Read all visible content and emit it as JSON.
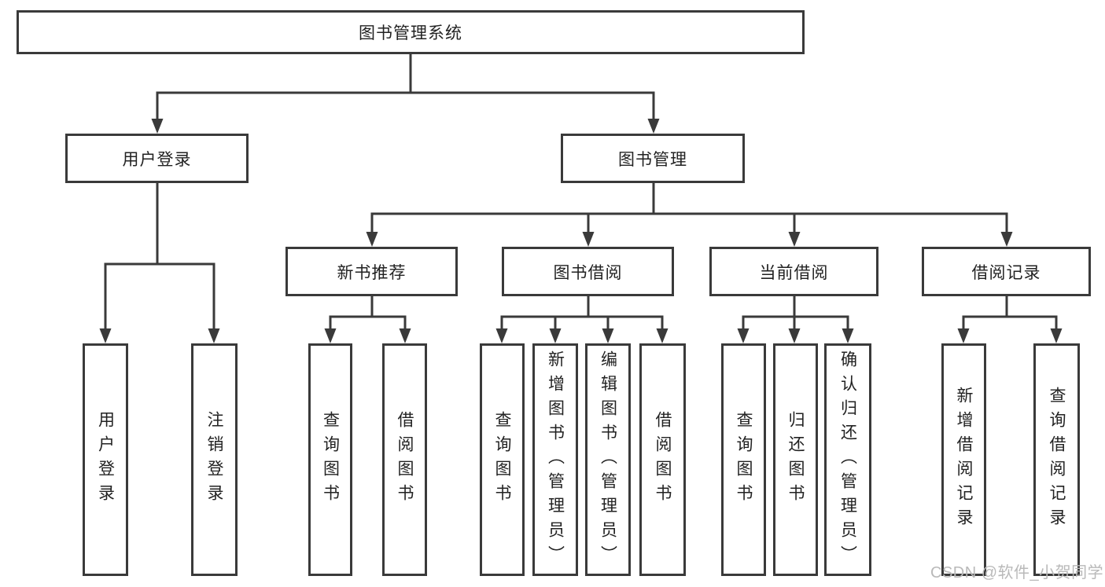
{
  "diagram": {
    "root": {
      "label": "图书管理系统"
    },
    "level2": {
      "user_login": {
        "label": "用户登录"
      },
      "book_management": {
        "label": "图书管理"
      }
    },
    "level3": {
      "new_book_recommend": {
        "label": "新书推荐"
      },
      "book_borrowing": {
        "label": "图书借阅"
      },
      "current_borrowing": {
        "label": "当前借阅"
      },
      "borrowing_records": {
        "label": "借阅记录"
      }
    },
    "leaves": {
      "user_login_leaf": {
        "label": "用户登录"
      },
      "logout": {
        "label": "注销登录"
      },
      "nb_query_books": {
        "label": "查询图书"
      },
      "nb_borrow_books": {
        "label": "借阅图书"
      },
      "bb_query_books": {
        "label": "查询图书"
      },
      "bb_add_books": {
        "label": "新增图书（管理员）"
      },
      "bb_edit_books": {
        "label": "编辑图书（管理员）"
      },
      "bb_borrow_books": {
        "label": "借阅图书"
      },
      "cb_query_books": {
        "label": "查询图书"
      },
      "cb_return_books": {
        "label": "归还图书"
      },
      "cb_confirm_return": {
        "label": "确认归还（管理员）"
      },
      "br_add_record": {
        "label": "新增借阅记录"
      },
      "br_query_record": {
        "label": "查询借阅记录"
      }
    },
    "hierarchy": {
      "图书管理系统": {
        "用户登录": [
          "用户登录",
          "注销登录"
        ],
        "图书管理": {
          "新书推荐": [
            "查询图书",
            "借阅图书"
          ],
          "图书借阅": [
            "查询图书",
            "新增图书（管理员）",
            "编辑图书（管理员）",
            "借阅图书"
          ],
          "当前借阅": [
            "查询图书",
            "归还图书",
            "确认归还（管理员）"
          ],
          "借阅记录": [
            "新增借阅记录",
            "查询借阅记录"
          ]
        }
      }
    }
  },
  "watermark": {
    "text": "CSDN @软件_小贺同学"
  },
  "colors": {
    "line": "#3a3a3a",
    "box_border": "#3a3a3a",
    "box_background": "#ffffff",
    "text": "#222222",
    "watermark": "#b9b9b9"
  }
}
